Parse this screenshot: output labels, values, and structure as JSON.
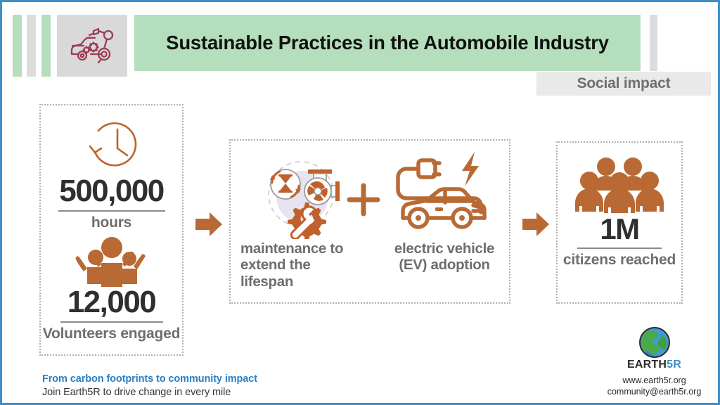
{
  "page": {
    "border_color": "#3d8ec9",
    "accent_orange": "#b96a34",
    "accent_green": "#b5debc",
    "accent_blue": "#2a7fc4",
    "grey_text": "#6e6e6e"
  },
  "header": {
    "title": "Sustainable Practices in the Automobile Industry",
    "icon": "car-robot-arm-icon",
    "bars": [
      "green",
      "grey",
      "green"
    ],
    "right_bar": "grey",
    "badge": "Social impact"
  },
  "left_panel": {
    "stats": [
      {
        "icon": "clock-arrow-icon",
        "value": "500,000",
        "label": "hours"
      },
      {
        "icon": "volunteers-raised-hands-icon",
        "value": "12,000",
        "label": "Volunteers engaged"
      }
    ]
  },
  "middle_panel": {
    "items": [
      {
        "icon": "maintenance-gear-hourglass-turbine-icon",
        "label": "maintenance to extend the lifespan"
      },
      {
        "icon": "electric-vehicle-plug-icon",
        "label": "electric vehicle (EV) adoption"
      }
    ],
    "operator": "plus-icon"
  },
  "right_panel": {
    "stat": {
      "icon": "group-of-people-icon",
      "value": "1M",
      "label": "citizens reached"
    }
  },
  "flow": {
    "arrow_1": "right-arrow-icon",
    "arrow_2": "right-arrow-icon"
  },
  "footer": {
    "tagline": "From carbon footprints to community impact",
    "subline": "Join Earth5R to drive change in every mile",
    "logo": {
      "icon": "earth-globe-icon",
      "word_dark": "EARTH",
      "word_blue": "5R",
      "website": "www.earth5r.org",
      "email": "community@earth5r.org"
    }
  }
}
